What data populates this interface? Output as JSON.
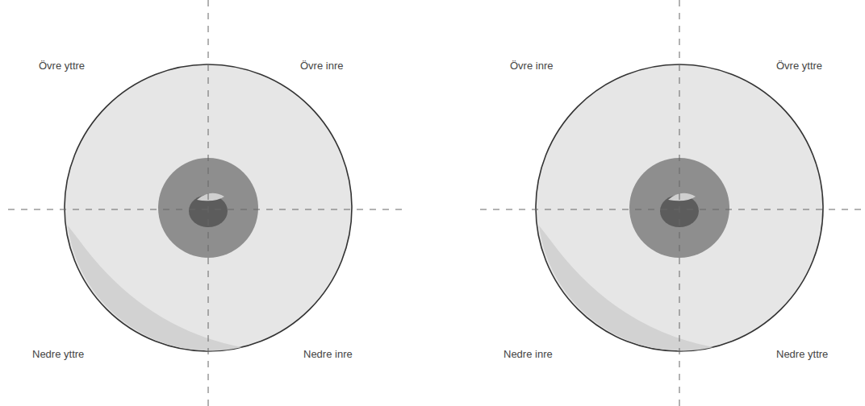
{
  "diagram": {
    "labels": [
      "Övre yttre",
      "Övre inre",
      "Nedre yttre",
      "Nedre inre",
      "Övre inre",
      "Övre yttre",
      "Nedre inre",
      "Nedre yttre"
    ]
  }
}
